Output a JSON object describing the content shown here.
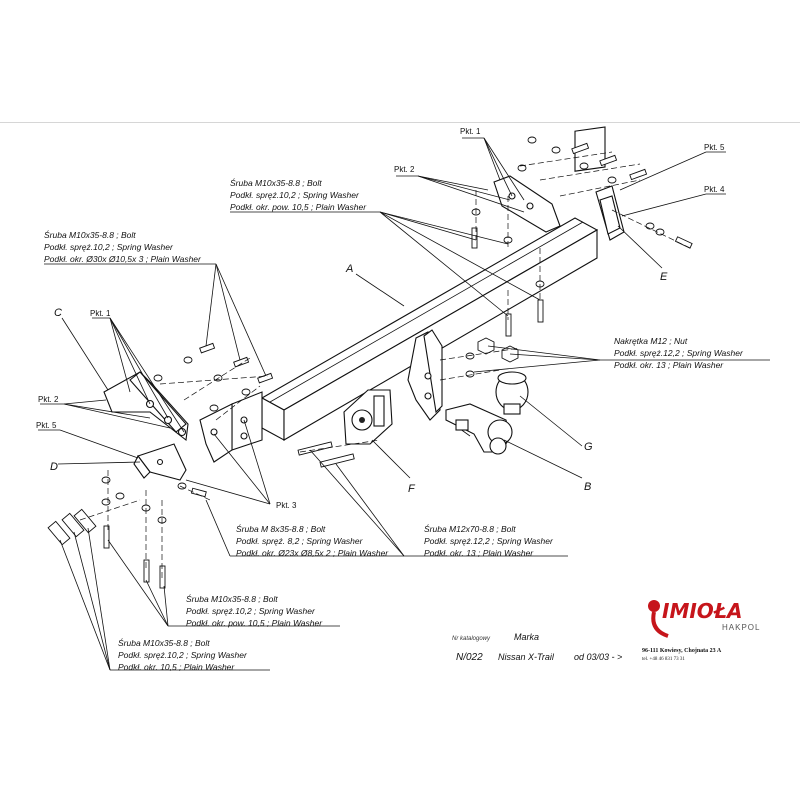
{
  "parts": {
    "a": "A",
    "b": "B",
    "c": "C",
    "d": "D",
    "e": "E",
    "f": "F",
    "g": "G"
  },
  "points": {
    "pkt1": "Pkt. 1",
    "pkt2": "Pkt. 2",
    "pkt3": "Pkt. 3",
    "pkt4": "Pkt. 4",
    "pkt5": "Pkt. 5"
  },
  "callouts": {
    "top_right_bolt": [
      "Śruba M10x35-8.8 ;  Bolt",
      "Podkł. spręż.10,2 ; Spring Washer",
      "Podkł. okr. pow. 10,5 ; Plain Washer"
    ],
    "left_bolt": [
      "Śruba M10x35-8.8 ;  Bolt",
      "Podkł. spręż.10,2 ; Spring Washer",
      "Podkł. okr. Ø30x Ø10,5x 3 ; Plain Washer"
    ],
    "nut_m12": [
      "Nakrętka  M12 ; Nut",
      "Podkł. spręż.12,2 ; Spring Washer",
      "Podkł. okr. 13 ; Plain Washer"
    ],
    "bolt_m8": [
      "Śruba M 8x35-8.8 ;  Bolt",
      "Podkł. spręż. 8,2 ; Spring Washer",
      "Podkł. okr. Ø23x Ø8,5x 2 ; Plain Washer"
    ],
    "bolt_m12": [
      "Śruba M12x70-8.8 ;  Bolt",
      "Podkł. spręż.12,2 ; Spring Washer",
      "Podkł. okr. 13 ; Plain Washer"
    ],
    "bottom_bolt_1": [
      "Śruba M10x35-8.8 ;  Bolt",
      "Podkł. spręż.10,2 ; Spring Washer",
      "Podkł. okr. pow. 10,5 ; Plain Washer"
    ],
    "bottom_bolt_2": [
      "Śruba M10x35-8.8 ;  Bolt",
      "Podkł. spręż.10,2 ; Spring Washer",
      "Podkł. okr. 10,5 ; Plain Washer"
    ]
  },
  "footer": {
    "catalog_label": "Nr katalogowy",
    "catalog_no": "N/022",
    "brand_label": "Marka",
    "model": "Nissan X-Trail",
    "date_range": "od 03/03 - >"
  },
  "logo": {
    "name": "IMIOŁA",
    "sub": "HAKPOL",
    "address": "96-111 Kowiesy, Chojnata 23 A",
    "tel": "tel. +48 46 831 73 31",
    "accent": "#c6151b"
  }
}
